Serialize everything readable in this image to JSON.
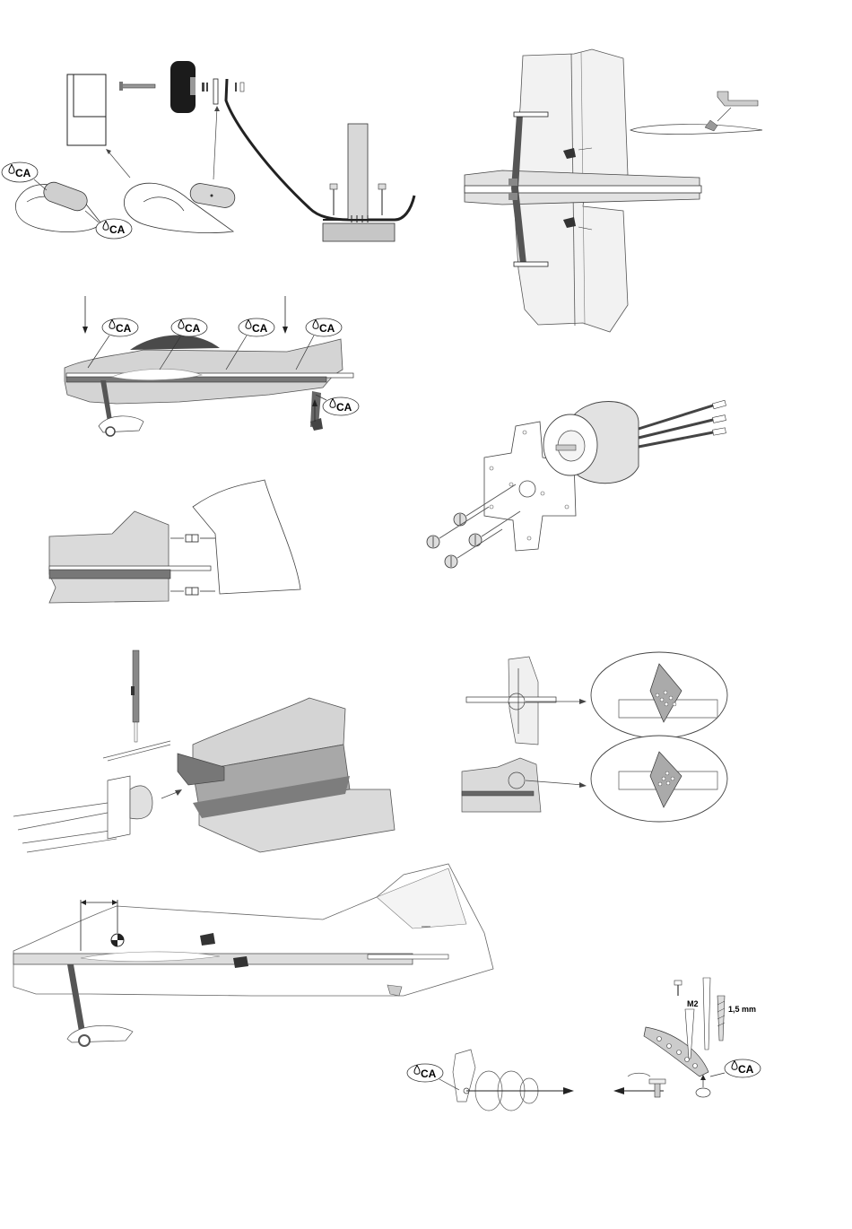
{
  "labels": {
    "glue": "CA",
    "screw_size": "M2",
    "drill_size": "1,5 mm"
  },
  "colors": {
    "paper": "#ffffff",
    "light_grey": "#dedede",
    "mid_grey": "#a8a8a8",
    "dark_grey": "#5a5a5a",
    "black": "#111111"
  }
}
